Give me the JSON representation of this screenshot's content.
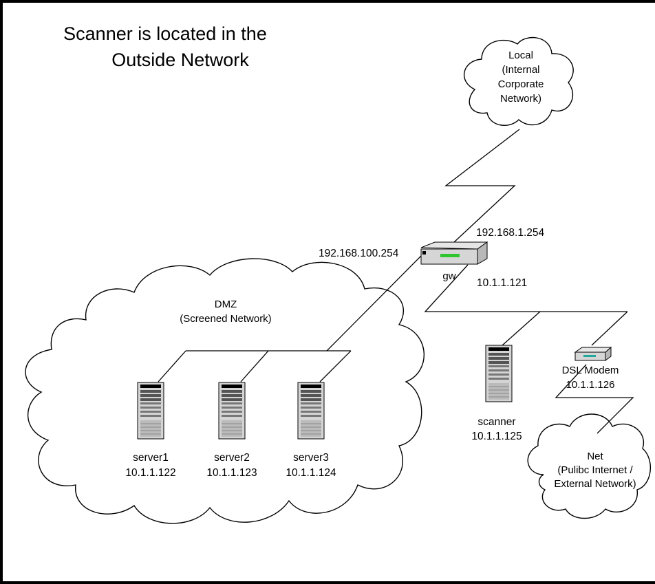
{
  "title": {
    "line1": "Scanner is located in the",
    "line2": "Outside Network"
  },
  "clouds": {
    "local": {
      "lines": [
        "Local",
        "(Internal",
        "Corporate",
        "Network)"
      ]
    },
    "dmz": {
      "lines": [
        "DMZ",
        "(Screened Network)"
      ]
    },
    "net": {
      "lines": [
        "Net",
        "(Pulibc Internet /",
        "External Network)"
      ]
    }
  },
  "devices": {
    "gw": {
      "name": "gw",
      "ip_dmz": "192.168.100.254",
      "ip_local": "192.168.1.254",
      "ip_outside": "10.1.1.121",
      "icon": "router-icon"
    },
    "server1": {
      "name": "server1",
      "ip": "10.1.1.122",
      "icon": "server-tower-icon"
    },
    "server2": {
      "name": "server2",
      "ip": "10.1.1.123",
      "icon": "server-tower-icon"
    },
    "server3": {
      "name": "server3",
      "ip": "10.1.1.124",
      "icon": "server-tower-icon"
    },
    "scanner": {
      "name": "scanner",
      "ip": "10.1.1.125",
      "icon": "server-tower-icon"
    },
    "dsl": {
      "name": "DSL Modem",
      "ip": "10.1.1.126",
      "icon": "modem-icon"
    }
  }
}
